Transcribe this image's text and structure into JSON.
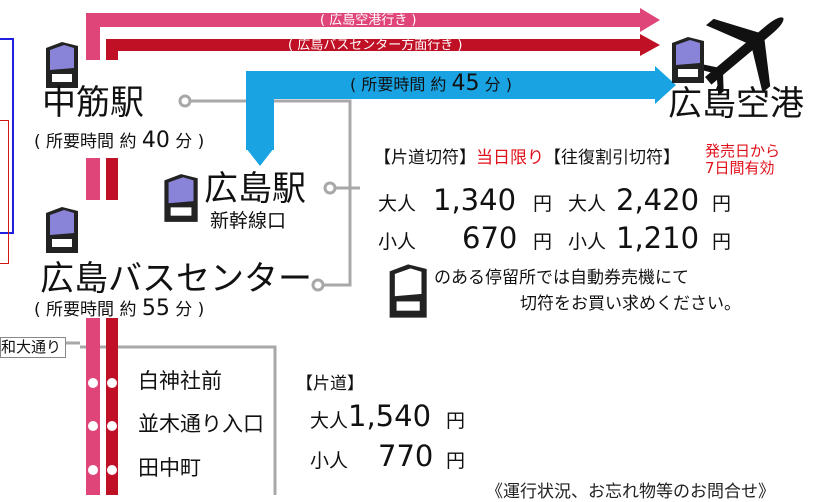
{
  "colors": {
    "pink": "#e0457a",
    "dark_red": "#c01025",
    "blue": "#1aa3e3",
    "gray": "#a8a8a8",
    "text_red": "#e0101a",
    "kiosk_purple": "#8a84d9"
  },
  "routes": {
    "pink_label": "( 広島空港行き )",
    "red_label": "( 広島バスセンター方面行き )",
    "blue_label_prefix": "( 所要時間 約 ",
    "blue_label_num": "45",
    "blue_label_suffix": " 分 )"
  },
  "stations": {
    "nakasuji": {
      "name": "中筋駅",
      "time_prefix": "( 所要時間 約 ",
      "time_num": "40",
      "time_suffix": " 分 )"
    },
    "hiroshima_station": {
      "name": "広島駅",
      "sub": "新幹線口"
    },
    "bus_center": {
      "name": "広島バスセンター",
      "time_prefix": "( 所要時間 約 ",
      "time_num": "55",
      "time_suffix": " 分 )"
    },
    "airport": {
      "name": "広島空港"
    }
  },
  "fares": {
    "heading_oneway": "【片道切符】",
    "heading_today": "当日限り",
    "heading_return": "【往復割引切符】",
    "valid_line1": "発売日から",
    "valid_line2": "7日間有効",
    "adult_label": "大人",
    "child_label": "小人",
    "oneway_adult": "1,340",
    "oneway_child": "670",
    "return_adult": "2,420",
    "return_child": "1,210",
    "yen": "円"
  },
  "notice": {
    "line1": "のある停留所では自動券売機にて",
    "line2": "切符をお買い求めください。"
  },
  "lower": {
    "side_label": "和大通り",
    "stops": [
      "白神社前",
      "並木通り入口",
      "田中町"
    ],
    "heading": "【片道】",
    "adult_label": "大人",
    "adult_price": "1,540",
    "child_label": "小人",
    "child_price": "770",
    "yen": "円"
  },
  "footer_partial": "《運行状況、お忘れ物等のお問合せ》",
  "icons": [
    "airplane-icon",
    "ticket-machine-icon"
  ]
}
